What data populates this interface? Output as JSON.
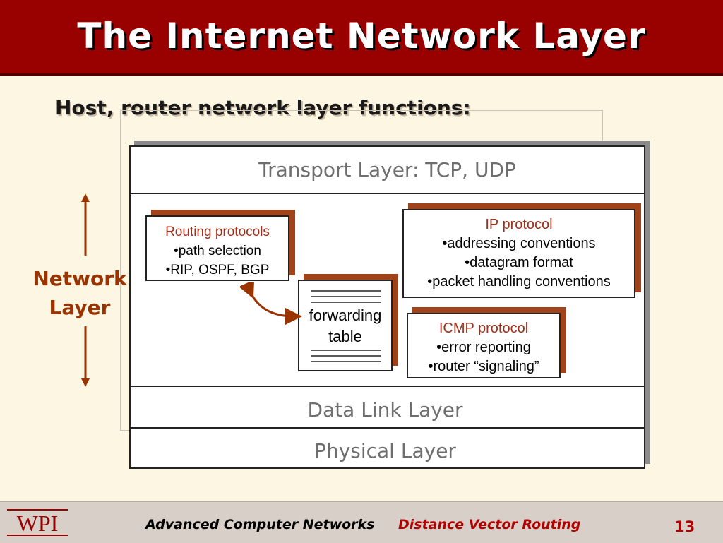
{
  "slide": {
    "title": "The Internet Network Layer",
    "subtitle": "Host, router network layer functions:"
  },
  "diagram": {
    "transport_layer": "Transport Layer: TCP, UDP",
    "data_link_layer": "Data Link Layer",
    "physical_layer": "Physical Layer",
    "side_label_line1": "Network",
    "side_label_line2": "Layer",
    "routing": {
      "title": "Routing protocols",
      "items": [
        "•path selection",
        "•RIP, OSPF, BGP"
      ]
    },
    "forwarding": {
      "line1": "forwarding",
      "line2": "table"
    },
    "ip": {
      "title": "IP protocol",
      "items": [
        "•addressing conventions",
        "•datagram format",
        "•packet handling conventions"
      ]
    },
    "icmp": {
      "title": "ICMP protocol",
      "items": [
        "•error reporting",
        "•router “signaling”"
      ]
    }
  },
  "footer": {
    "logo": "WPI",
    "course": "Advanced Computer Networks",
    "topic": "Distance Vector Routing",
    "page": "13"
  },
  "colors": {
    "title_bar": "#990000",
    "accent_text": "#993300",
    "card_shadow": "#a0431a",
    "layer_text": "#6e6e6e",
    "footer_bg": "#d8d0c8"
  }
}
